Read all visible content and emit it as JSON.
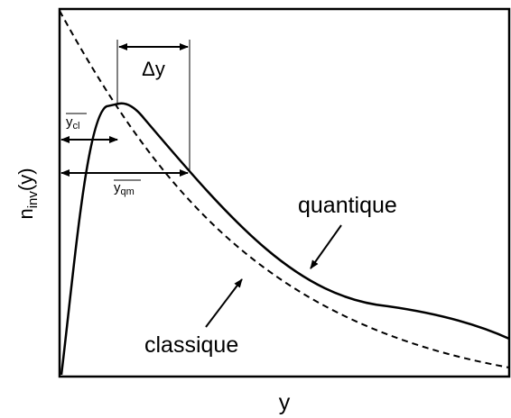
{
  "labels": {
    "y_axis": "n",
    "y_axis_sub": "inv",
    "y_axis_arg": "(y)",
    "x_axis": "y",
    "delta_y": "Δy",
    "y_cl": "y",
    "y_cl_sub": "cl",
    "y_qm": "y",
    "y_qm_sub": "qm",
    "quantum_curve": "quantique",
    "classical_curve": "classique"
  },
  "colors": {
    "stroke": "#000000",
    "background": "#ffffff"
  }
}
